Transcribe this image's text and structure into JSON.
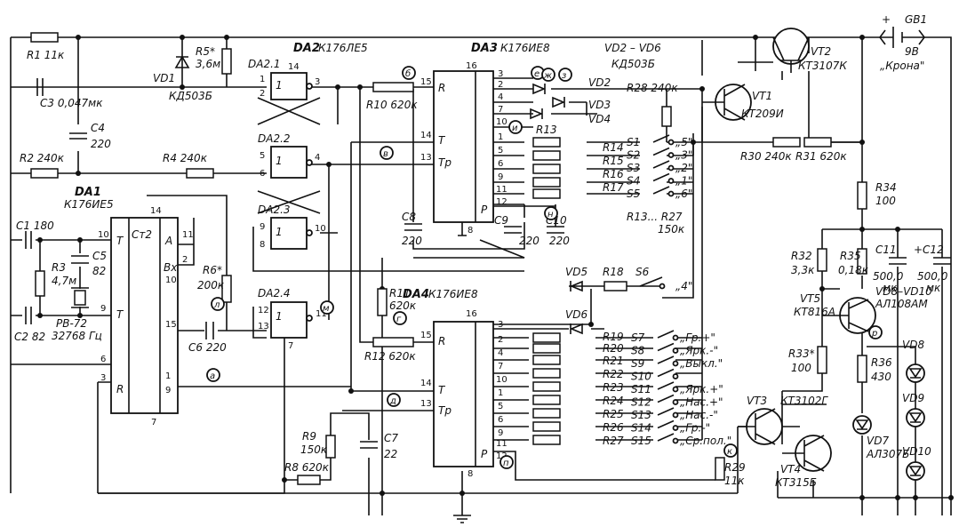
{
  "chips": {
    "da1": {
      "name": "DA1",
      "type": "К176ИЕ5",
      "inner": "Ст2",
      "pins": {
        "t_top": "Т",
        "t": "Т",
        "r": "R",
        "a": "А",
        "bx": "Вх",
        "p14": "14",
        "p10": "10",
        "p9i": "9",
        "p6": "6",
        "p3": "3",
        "p7": "7",
        "p11": "11",
        "p2": "2",
        "p10r": "10",
        "p15": "15",
        "p1": "1",
        "p9o": "9"
      }
    },
    "da2": {
      "name": "DA2",
      "type": "К176ЛЕ5",
      "g1": "DA2.1",
      "g2": "DA2.2",
      "g3": "DA2.3",
      "g4": "DA2.4",
      "one": "1",
      "p14": "14",
      "p7": "7",
      "g1p": [
        "1",
        "2",
        "3"
      ],
      "g2p": [
        "5",
        "6",
        "4"
      ],
      "g3p": [
        "9",
        "8",
        "10"
      ],
      "g4p": [
        "12",
        "13",
        "11"
      ]
    },
    "da3": {
      "name": "DA3",
      "type": "К176ИЕ8",
      "r": "R",
      "t": "Т",
      "tp": "Тр",
      "p": "Р",
      "inpins": [
        "15",
        "14",
        "13"
      ],
      "p16": "16",
      "p8": "8",
      "outpins": [
        "3",
        "2",
        "4",
        "7",
        "10",
        "1",
        "5",
        "6",
        "9",
        "11",
        "12"
      ]
    },
    "da4": {
      "name": "DA4",
      "type": "К176ИЕ8",
      "r": "R",
      "t": "Т",
      "tp": "Тр",
      "p": "Р",
      "inpins": [
        "15",
        "14",
        "13"
      ],
      "p16": "16",
      "p8": "8",
      "outpins": [
        "3",
        "2",
        "4",
        "7",
        "10",
        "1",
        "5",
        "6",
        "9",
        "11",
        "12"
      ]
    }
  },
  "resistors": {
    "r1": "R1 11к",
    "r2": "R2 240к",
    "r3": "R3",
    "r3v": "4,7м",
    "r4": "R4 240к",
    "r5": "R5*",
    "r5v": "3,6м",
    "r6": "R6*",
    "r6v": "200к",
    "r8": "R8 620к",
    "r9": "R9",
    "r9v": "150к",
    "r10": "R10 620к",
    "r11": "R11",
    "r11v": "620к",
    "r12": "R12 620к",
    "r13": "R13",
    "r14": "R14",
    "r15": "R15",
    "r16": "R16",
    "r17": "R17",
    "r18": "R18",
    "r19": "R19",
    "r20": "R20",
    "r21": "R21",
    "r22": "R22",
    "r23": "R23",
    "r24": "R24",
    "r25": "R25",
    "r26": "R26",
    "r27": "R27",
    "r13_27": "R13... R27",
    "r13_27v": "150к",
    "r28": "R28 240к",
    "r29": "R29",
    "r29v": "11к",
    "r30": "R30 240к",
    "r31": "R31 620к",
    "r32": "R32",
    "r32v": "3,3к",
    "r33": "R33*",
    "r33v": "100",
    "r34": "R34",
    "r34v": "100",
    "r35": "R35",
    "r35v": "0,18к",
    "r36": "R36",
    "r36v": "430"
  },
  "capacitors": {
    "c1": "C1 180",
    "c2": "C2 82",
    "c3": "C3 0,047мк",
    "c4": "C4",
    "c4v": "220",
    "c5": "C5",
    "c5v": "82",
    "c6": "C6 220",
    "c7": "C7",
    "c7v": "22",
    "c8": "C8",
    "c8v": "220",
    "c9": "C9",
    "c9v": "220",
    "c10": "C10",
    "c10v": "220",
    "c11": "C11",
    "c11v": "500,0",
    "c11u": "мк",
    "c12": "+C12",
    "c12v": "500,0",
    "c12u": "мк"
  },
  "quartz": {
    "name": "РВ-72",
    "freq": "32768 Гц"
  },
  "diodes": {
    "vd1": "VD1",
    "vd1t": "КД503Б",
    "vd2_6": "VD2 – VD6",
    "vd2_6t": "КД503Б",
    "vd2": "VD2",
    "vd3": "VD3",
    "vd4": "VD4",
    "vd5": "VD5",
    "vd6": "VD6",
    "vd7": "VD7",
    "vd7t": "АЛ307Б",
    "vd8": "VD8",
    "vd9": "VD9",
    "vd10": "VD10",
    "vd8_10": "VD8–VD10",
    "vd8_10t": "АЛ108АМ"
  },
  "transistors": {
    "vt1": "VT1",
    "vt1t": "КТ209И",
    "vt2": "VT2",
    "vt2t": "КТ3107К",
    "vt3": "VT3",
    "vt3t": "КТ3102Г",
    "vt4": "VT4",
    "vt4t": "КТ315Б",
    "vt5": "VT5",
    "vt5t": "КТ816А"
  },
  "battery": {
    "name": "GB1",
    "volt": "9В",
    "type": "„Крона\"",
    "plus": "+"
  },
  "switches": {
    "top": [
      {
        "sw": "S1",
        "lab": "„5\""
      },
      {
        "sw": "S2",
        "lab": "„3\""
      },
      {
        "sw": "S3",
        "lab": "„2\""
      },
      {
        "sw": "S4",
        "lab": "„1\""
      },
      {
        "sw": "S5",
        "lab": "„6\""
      }
    ],
    "s6": {
      "sw": "S6",
      "lab": "„4\""
    },
    "bottom": [
      {
        "sw": "S7",
        "lab": "„Гр.+\""
      },
      {
        "sw": "S8",
        "lab": "„Ярк.-\""
      },
      {
        "sw": "S9",
        "lab": "„Выкл.\""
      },
      {
        "sw": "S10",
        "lab": ""
      },
      {
        "sw": "S11",
        "lab": "„Ярк.+\""
      },
      {
        "sw": "S12",
        "lab": "„Нас.+\""
      },
      {
        "sw": "S13",
        "lab": "„Нас.-\""
      },
      {
        "sw": "S14",
        "lab": "„Гр.-\""
      },
      {
        "sw": "S15",
        "lab": "„Ср.пол.\""
      }
    ]
  },
  "nodes": {
    "a": "а",
    "b": "б",
    "v": "в",
    "g": "г",
    "d": "д",
    "e": "е",
    "zh": "ж",
    "z": "з",
    "i": "и",
    "k": "к",
    "l": "л",
    "m": "м",
    "n": "н",
    "p": "п",
    "r": "р"
  }
}
